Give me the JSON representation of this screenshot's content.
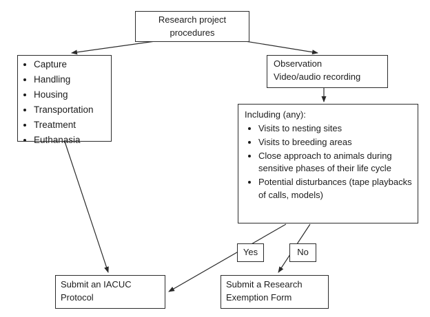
{
  "diagram": {
    "top_box": {
      "label": "Research project procedures"
    },
    "left_box": {
      "items": [
        "Capture",
        "Handling",
        "Housing",
        "Transportation",
        "Treatment",
        "Euthanasia"
      ]
    },
    "observation_box": {
      "line1": "Observation",
      "line2": "Video/audio recording"
    },
    "including_box": {
      "heading": "Including (any):",
      "items": [
        "Visits to nesting sites",
        "Visits to breeding areas",
        "Close approach to animals during sensitive phases of their life cycle",
        "Potential disturbances (tape playbacks of calls, models)"
      ]
    },
    "yes_label": "Yes",
    "no_label": "No",
    "iacuc_box": {
      "label": "Submit an IACUC Protocol"
    },
    "exemption_box": {
      "label": "Submit a Research Exemption Form"
    },
    "colors": {
      "box_border": "#2a2a2a",
      "arrow_line": "#2a2a2a",
      "background": "#ffffff",
      "text": "#1c1c1c"
    }
  }
}
